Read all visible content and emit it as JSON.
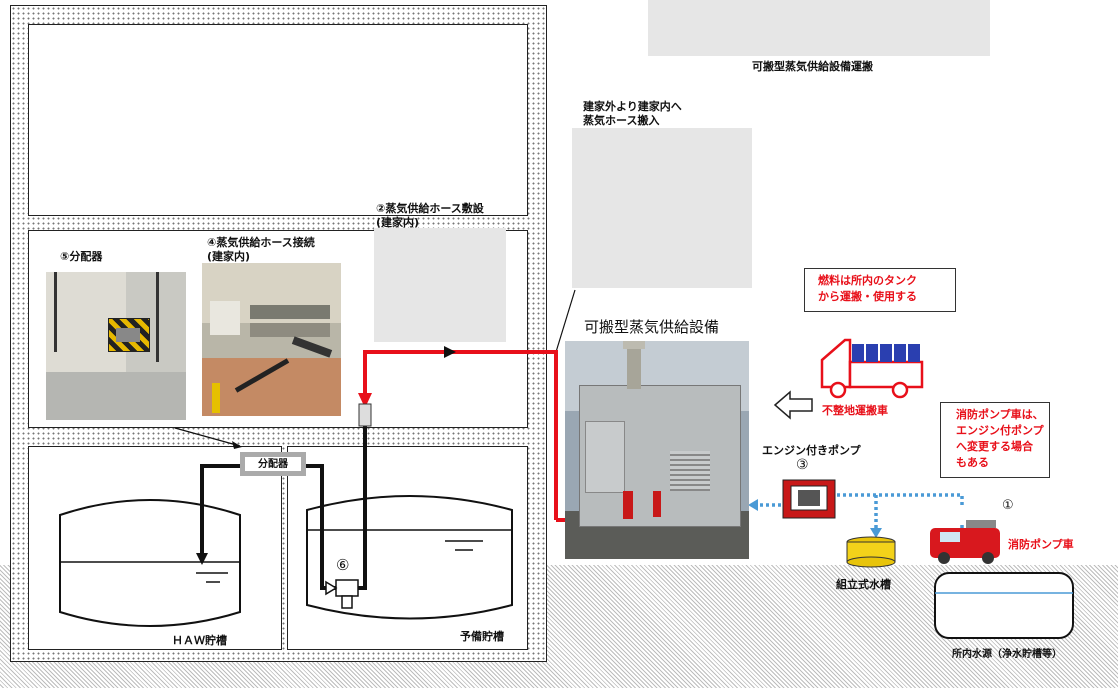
{
  "labels": {
    "top_title": "可搬型蒸気供給設備運搬",
    "hose_in_line1": "建家外より建家内へ",
    "hose_in_line2": "蒸気ホース搬入",
    "step2_line1": "②蒸気供給ホース敷設",
    "step2_line2": "(建家内)",
    "step4_line1": "④蒸気供給ホース接続",
    "step4_line2": "(建家内)",
    "step5": "⑤分配器",
    "distributor_box": "分配器",
    "equipment": "可搬型蒸気供給設備",
    "fuel_line1": "燃料は所内のタンク",
    "fuel_line2": "から運搬・使用する",
    "rough_terrain_truck": "不整地運搬車",
    "fire_note_line1": "消防ポンプ車は、",
    "fire_note_line2": "エンジン付ポンプ",
    "fire_note_line3": "へ変更する場合",
    "fire_note_line4": "もある",
    "engine_pump": "エンジン付きポンプ",
    "step3": "③",
    "step1": "①",
    "step6": "⑥",
    "fire_truck": "消防ポンプ車",
    "assembly_tank": "組立式水槽",
    "water_source": "所内水源（浄水貯槽等）",
    "haw_tank": "ＨＡＷ貯槽",
    "spare_tank": "予備貯槽"
  },
  "colors": {
    "steam_line": "#e8101a",
    "water_line": "#4a9ad6",
    "note_text": "#e8101a",
    "truck": "#e8101a"
  }
}
